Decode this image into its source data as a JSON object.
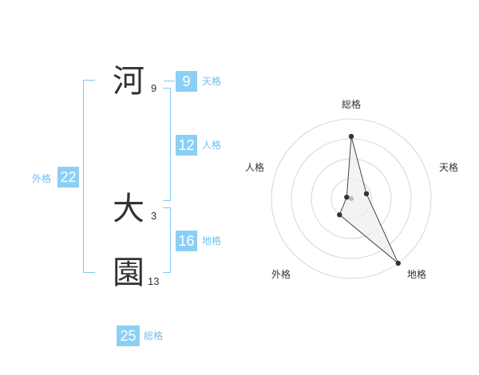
{
  "name": {
    "chars": [
      {
        "char": "河",
        "strokes": "9"
      },
      {
        "char": "大",
        "strokes": "3"
      },
      {
        "char": "園",
        "strokes": "13"
      }
    ]
  },
  "kakusu": {
    "tenkaku": {
      "value": "9",
      "label": "天格"
    },
    "jinkaku": {
      "value": "12",
      "label": "人格"
    },
    "chikaku": {
      "value": "16",
      "label": "地格"
    },
    "gaikaku": {
      "value": "22",
      "label": "外格"
    },
    "soukaku": {
      "value": "25",
      "label": "総格"
    }
  },
  "chart_data": {
    "type": "radar",
    "axes": [
      "総格",
      "天格",
      "地格",
      "外格",
      "人格"
    ],
    "values": [
      0.78,
      0.2,
      1.0,
      0.25,
      0.06
    ],
    "max": 1.0,
    "rings": 4,
    "colors": {
      "grid": "#cccccc",
      "fill": "#eeeeee",
      "line": "#333333",
      "point": "#333333",
      "center": "#bbbbbb"
    }
  }
}
